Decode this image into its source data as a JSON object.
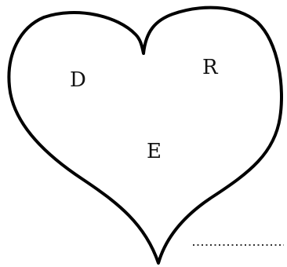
{
  "diagram": {
    "shape": "heart",
    "outline_color": "#000000",
    "labels": {
      "point_d": "D",
      "point_r": "R",
      "point_e": "E"
    },
    "answer_line": "dotted blank"
  }
}
